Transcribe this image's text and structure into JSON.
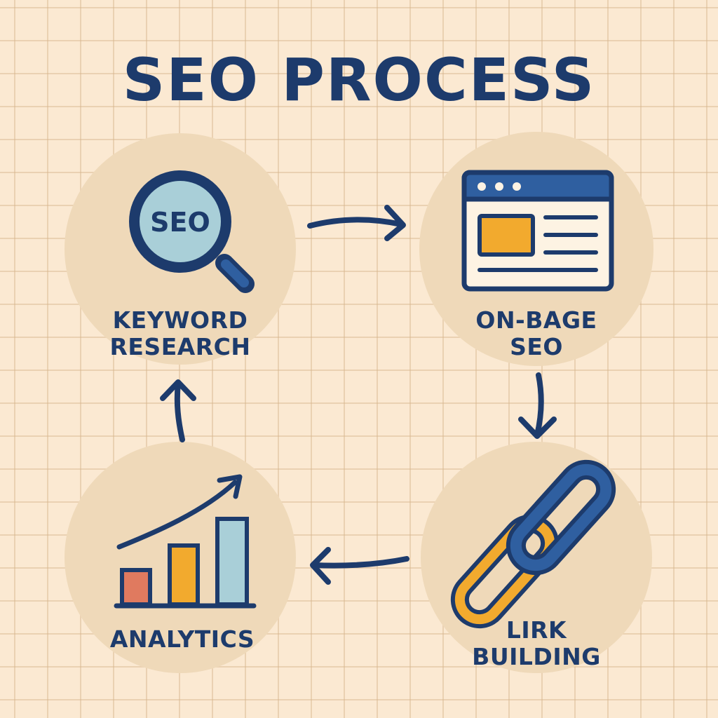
{
  "title": "SEO PROCESS",
  "steps": [
    {
      "id": "keyword-research",
      "lines": [
        "KEYWORD",
        "RESEARCH"
      ],
      "icon": "magnifier-seo-icon",
      "icon_text": "SEO"
    },
    {
      "id": "on-page-seo",
      "lines": [
        "ON-BAGE",
        "SEO"
      ],
      "icon": "browser-window-icon"
    },
    {
      "id": "link-building",
      "lines": [
        "LIRK",
        "BUILDING"
      ],
      "icon": "chain-link-icon"
    },
    {
      "id": "analytics",
      "lines": [
        "ANALYTICS"
      ],
      "icon": "bar-chart-trend-icon"
    }
  ],
  "colors": {
    "background": "#fbe9d2",
    "grid": "#e3c9a6",
    "circle": "#efd9b9",
    "navy": "#1d3b6c",
    "blue": "#2f5fa0",
    "light_blue": "#a9cfd8",
    "orange": "#f2aa2e",
    "coral": "#e07a5f"
  }
}
